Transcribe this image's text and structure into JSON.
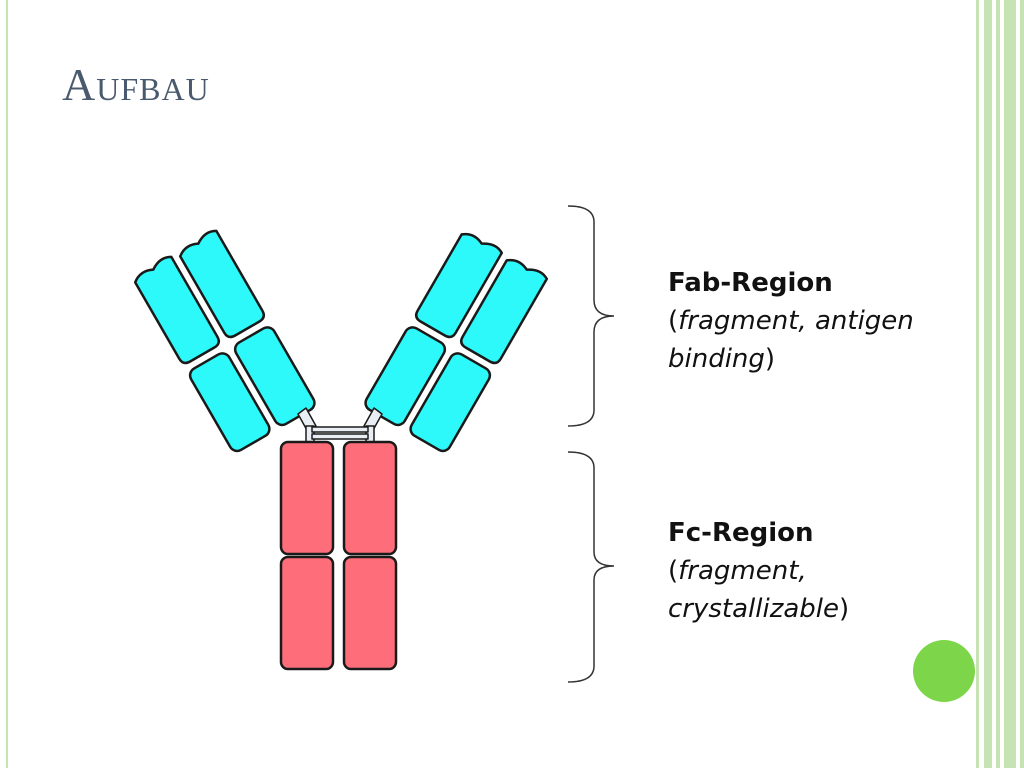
{
  "slide": {
    "title": "Aufbau",
    "accent_color": "#c5e3b3",
    "dot_color": "#7dd64a"
  },
  "diagram": {
    "fab_color": "#2ef9fa",
    "fc_color": "#fd6e7a",
    "fab_region": {
      "name": "Fab-Region",
      "open": "(",
      "desc_italic_1": "fragment, antigen",
      "desc_italic_2": "binding",
      "close": ")"
    },
    "fc_region": {
      "name": "Fc-Region",
      "open": "(",
      "desc_italic_1": "fragment,",
      "desc_italic_2": "crystallizable",
      "close": ")"
    }
  }
}
